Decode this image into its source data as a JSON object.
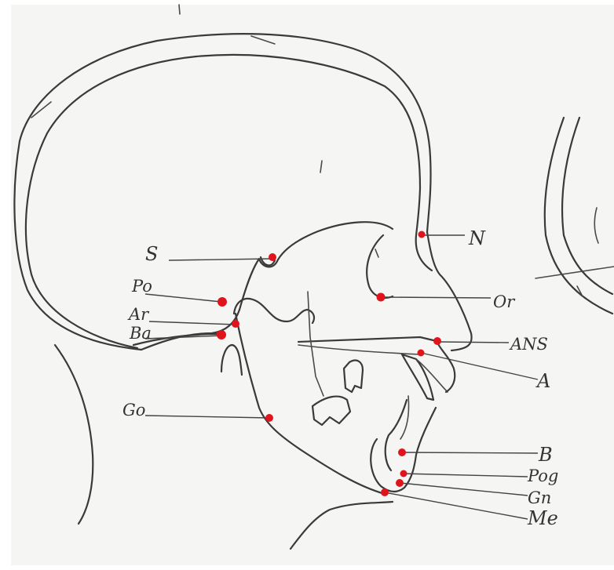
{
  "landmarks": [
    {
      "id": "S",
      "label": "S"
    },
    {
      "id": "N",
      "label": "N"
    },
    {
      "id": "Po",
      "label": "Po"
    },
    {
      "id": "Or",
      "label": "Or"
    },
    {
      "id": "Ar",
      "label": "Ar"
    },
    {
      "id": "Ba",
      "label": "Ba"
    },
    {
      "id": "ANS",
      "label": "ANS"
    },
    {
      "id": "A",
      "label": "A"
    },
    {
      "id": "Go",
      "label": "Go"
    },
    {
      "id": "B",
      "label": "B"
    },
    {
      "id": "Pog",
      "label": "Pog"
    },
    {
      "id": "Gn",
      "label": "Gn"
    },
    {
      "id": "Me",
      "label": "Me"
    }
  ],
  "colors": {
    "paper": "#f7f7f7",
    "trace": "#3a3a3a",
    "landmark_dot": "#e0141b"
  }
}
